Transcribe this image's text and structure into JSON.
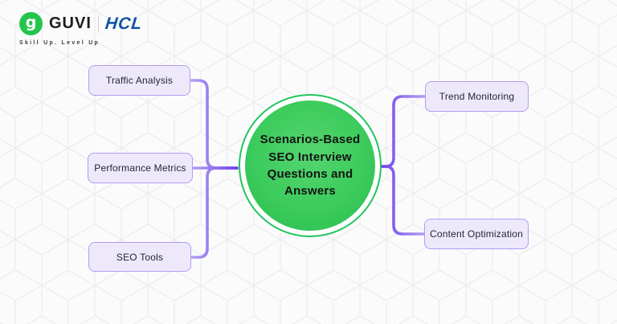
{
  "brand": {
    "guvi_icon_letter": "g",
    "guvi": "GUVI",
    "hcl": "HCL",
    "tagline": "Skill Up. Level Up"
  },
  "diagram": {
    "center_label": "Scenarios-Based SEO Interview Questions and Answers",
    "left_nodes": [
      {
        "label": "Traffic Analysis"
      },
      {
        "label": "Performance Metrics"
      },
      {
        "label": "SEO Tools"
      }
    ],
    "right_nodes": [
      {
        "label": "Trend Monitoring"
      },
      {
        "label": "Content Optimization"
      }
    ]
  },
  "colors": {
    "background": "#fbfbfc",
    "pattern_line": "#ededf1",
    "node_fill": "#ede9fb",
    "node_border": "#b19cf2",
    "connector_light": "#b6a5f2",
    "connector_dark": "#6f40ee",
    "circle_ring_green": "#22c55e",
    "circle_fill_green": "#3bcb5b",
    "guvi_green": "#25c44d",
    "hcl_blue": "#0d52a5"
  }
}
